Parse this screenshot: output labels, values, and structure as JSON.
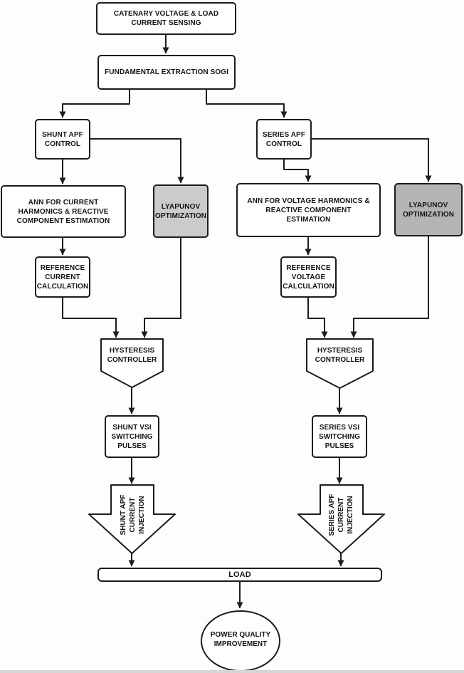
{
  "flowchart": {
    "colors": {
      "background": "#fdfdfd",
      "line": "#1c1c1c",
      "box_fill": "#ffffff",
      "lyapunov_shunt_fill": "#cbcbcb",
      "lyapunov_series_fill": "#b4b4b4",
      "text": "#141414"
    },
    "nodes": {
      "sensing": "CATENARY VOLTAGE & LOAD\nCURRENT SENSING",
      "sogi": "FUNDAMENTAL EXTRACTION SOGI",
      "shunt_control": "SHUNT APF\nCONTROL",
      "series_control": "SERIES APF\nCONTROL",
      "ann_current": "ANN FOR CURRENT\nHARMONICS & REACTIVE\nCOMPONENT ESTIMATION",
      "lyapunov_shunt": "LYAPUNOV\nOPTIMIZATION",
      "ann_voltage": "ANN FOR VOLTAGE  HARMONICS &\nREACTIVE COMPONENT\nESTIMATION",
      "lyapunov_series": "LYAPUNOV\nOPTIMIZATION",
      "ref_current": "REFERENCE\nCURRENT\nCALCULATION",
      "ref_voltage": "REFERENCE\nVOLTAGE\nCALCULATION",
      "hysteresis_shunt": "HYSTERESIS\nCONTROLLER",
      "hysteresis_series": "HYSTERESIS\nCONTROLLER",
      "shunt_vsi": "SHUNT VSI\nSWITCHING\nPULSES",
      "series_vsi": "SERIES VSI\nSWITCHING\nPULSES",
      "shunt_injection": "SHUNT APF\nCURRENT\nINJECTION",
      "series_injection": "SERIES APF\nCURRENT\nINJECTION",
      "load": "LOAD",
      "power_quality": "POWER QUALITY\nIMPROVEMENT"
    },
    "edges": [
      {
        "from": "sensing",
        "to": "sogi"
      },
      {
        "from": "sogi",
        "to": "shunt_control"
      },
      {
        "from": "sogi",
        "to": "series_control"
      },
      {
        "from": "shunt_control",
        "to": "ann_current"
      },
      {
        "from": "shunt_control",
        "to": "lyapunov_shunt"
      },
      {
        "from": "series_control",
        "to": "ann_voltage"
      },
      {
        "from": "series_control",
        "to": "lyapunov_series"
      },
      {
        "from": "ann_current",
        "to": "ref_current"
      },
      {
        "from": "ann_voltage",
        "to": "ref_voltage"
      },
      {
        "from": "ref_current",
        "to": "hysteresis_shunt"
      },
      {
        "from": "lyapunov_shunt",
        "to": "hysteresis_shunt"
      },
      {
        "from": "ref_voltage",
        "to": "hysteresis_series"
      },
      {
        "from": "lyapunov_series",
        "to": "hysteresis_series"
      },
      {
        "from": "hysteresis_shunt",
        "to": "shunt_vsi"
      },
      {
        "from": "hysteresis_series",
        "to": "series_vsi"
      },
      {
        "from": "shunt_vsi",
        "to": "shunt_injection"
      },
      {
        "from": "series_vsi",
        "to": "series_injection"
      },
      {
        "from": "shunt_injection",
        "to": "load"
      },
      {
        "from": "series_injection",
        "to": "load"
      },
      {
        "from": "load",
        "to": "power_quality"
      }
    ]
  }
}
